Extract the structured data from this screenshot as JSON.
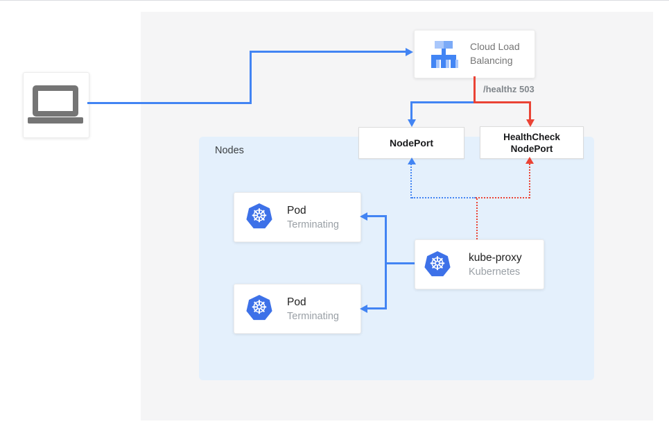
{
  "colors": {
    "arrow_blue": "#4284f3",
    "arrow_red": "#ea4335",
    "kubernetes_blue": "#3d71e8",
    "nodes_background": "#e4f0fc",
    "panel_background": "#f5f5f6",
    "icon_gray": "#757575"
  },
  "clb": {
    "line1": "Cloud Load",
    "line2": "Balancing"
  },
  "health_label": "/healthz 503",
  "nodeport": {
    "label": "NodePort"
  },
  "healthcheck_nodeport": {
    "line1": "HealthCheck",
    "line2": "NodePort"
  },
  "nodes": {
    "label": "Nodes"
  },
  "pods": [
    {
      "title": "Pod",
      "subtitle": "Terminating"
    },
    {
      "title": "Pod",
      "subtitle": "Terminating"
    }
  ],
  "kube_proxy": {
    "title": "kube-proxy",
    "subtitle": "Kubernetes"
  }
}
